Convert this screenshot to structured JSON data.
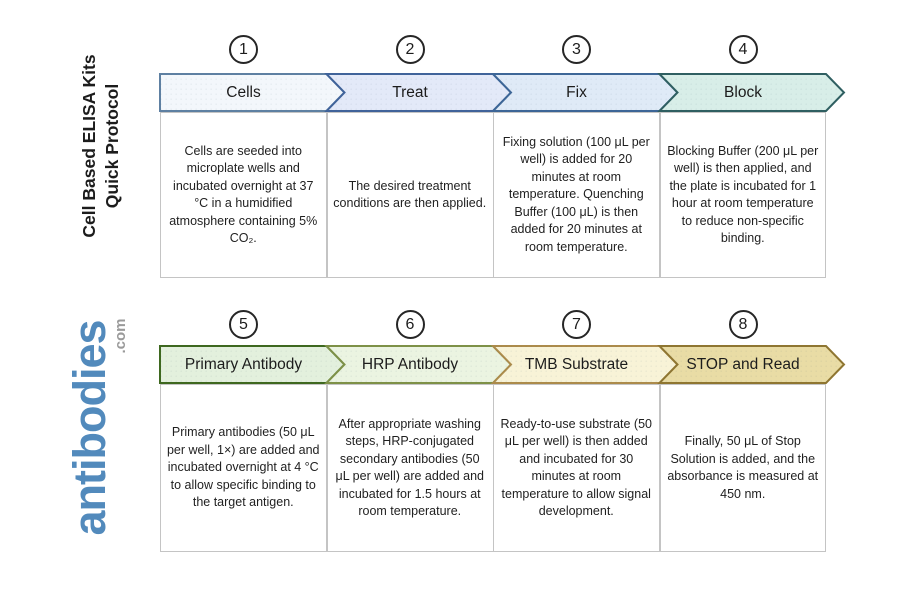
{
  "branding": {
    "title_line1": "Cell Based ELISA Kits",
    "title_line2": "Quick Protocol",
    "logo_text": "antibodies",
    "logo_tld": ".com",
    "logo_color": "#528abc",
    "tld_color": "#9a9a9a"
  },
  "steps": [
    {
      "number": "1",
      "title": "Cells",
      "description": "Cells are seeded into microplate wells and incubated overnight at 37 °C in a humidified atmosphere containing 5% CO₂.",
      "header_fill": "#f3f7fb",
      "header_stroke": "#5e80a2"
    },
    {
      "number": "2",
      "title": "Treat",
      "description": "The desired treatment conditions are then applied.",
      "header_fill": "#e3e9f8",
      "header_stroke": "#40639a"
    },
    {
      "number": "3",
      "title": "Fix",
      "description": "Fixing solution (100 μL per well) is added for 20 minutes at room temperature. Quenching Buffer (100 μL) is then added for 20 minutes at room temperature.",
      "header_fill": "#dfeaf7",
      "header_stroke": "#3d6697"
    },
    {
      "number": "4",
      "title": "Block",
      "description": "Blocking Buffer (200 μL per well) is then applied, and the plate is incubated for 1 hour at room temperature to reduce non-specific binding.",
      "header_fill": "#d8eee8",
      "header_stroke": "#2f5f61"
    },
    {
      "number": "5",
      "title": "Primary Antibody",
      "description": "Primary antibodies (50 μL per well, 1×) are added and incubated overnight at 4 °C to allow specific binding to the target antigen.",
      "header_fill": "#e3f0dd",
      "header_stroke": "#3e681f"
    },
    {
      "number": "6",
      "title": "HRP Antibody",
      "description": "After appropriate washing steps, HRP-conjugated secondary antibodies (50 μL per well) are added and incubated for 1.5 hours at room temperature.",
      "header_fill": "#ebf4e1",
      "header_stroke": "#7e9147"
    },
    {
      "number": "7",
      "title": "TMB Substrate",
      "description": "Ready-to-use substrate (50 μL per well) is then added and incubated for 30 minutes at room temperature to allow signal development.",
      "header_fill": "#f8f3d7",
      "header_stroke": "#ac8b4b"
    },
    {
      "number": "8",
      "title": "STOP and Read",
      "description": "Finally, 50 μL of Stop Solution is added, and the absorbance is measured at 450 nm.",
      "header_fill": "#e9dca5",
      "header_stroke": "#8f7631"
    }
  ]
}
